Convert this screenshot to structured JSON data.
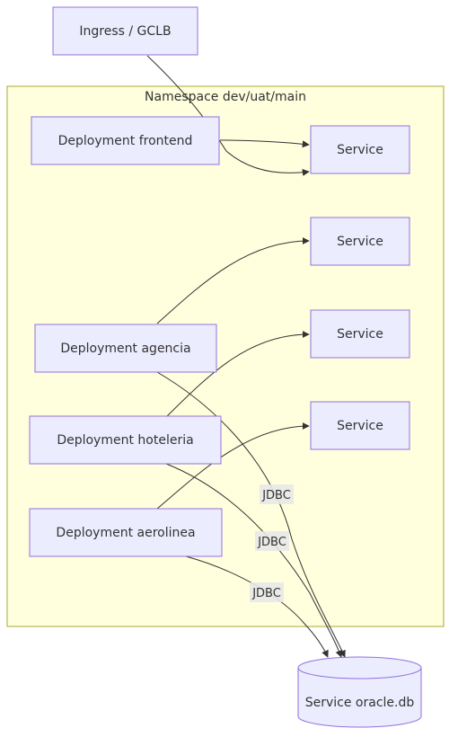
{
  "diagram": {
    "ingress": {
      "label": "Ingress / GCLB"
    },
    "namespace": {
      "label": "Namespace dev/uat/main"
    },
    "deployments": [
      {
        "label": "Deployment frontend"
      },
      {
        "label": "Deployment agencia"
      },
      {
        "label": "Deployment hoteleria"
      },
      {
        "label": "Deployment aerolinea"
      }
    ],
    "services": [
      {
        "label": "Service"
      },
      {
        "label": "Service"
      },
      {
        "label": "Service"
      },
      {
        "label": "Service"
      }
    ],
    "database": {
      "label": "Service oracle.db"
    },
    "edge_labels": [
      "JDBC",
      "JDBC",
      "JDBC"
    ],
    "colors": {
      "node_fill": "#ECECFF",
      "node_stroke": "#9370DB",
      "cluster_fill": "#FFFFDE",
      "cluster_stroke": "#AAAA33",
      "edge": "#333333",
      "edge_label_bg": "#E8E8E8"
    }
  }
}
